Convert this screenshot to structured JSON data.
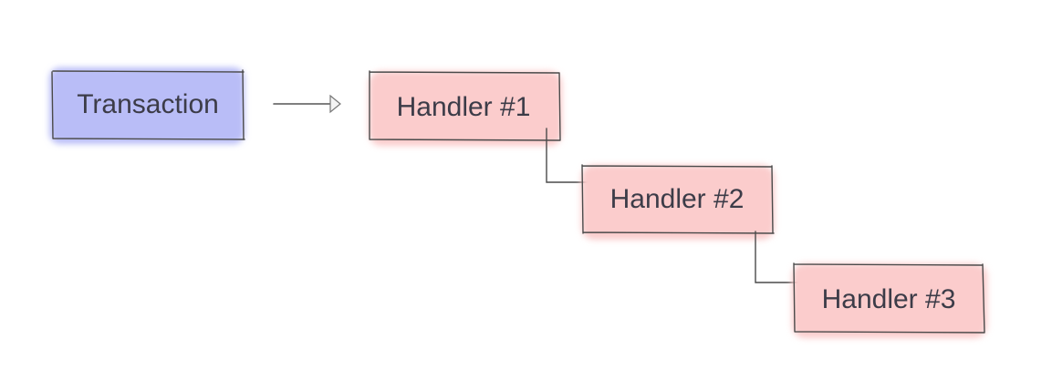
{
  "nodes": {
    "transaction": {
      "label": "Transaction",
      "fill": "#b9bdf7"
    },
    "handler1": {
      "label": "Handler #1",
      "fill": "#fbcccc"
    },
    "handler2": {
      "label": "Handler #2",
      "fill": "#fbcccc"
    },
    "handler3": {
      "label": "Handler #3",
      "fill": "#fbcccc"
    }
  },
  "colors": {
    "transaction_fill": "#b9bdf7",
    "handler_fill": "#fbcccc",
    "outline": "#4a4a4a",
    "text": "#3c3c48"
  }
}
